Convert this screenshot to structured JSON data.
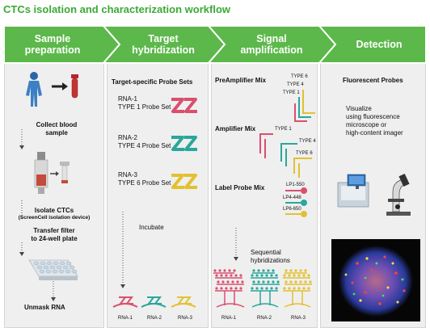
{
  "title": "CTCs isolation and characterization workflow",
  "steps": [
    {
      "label_line1": "Sample",
      "label_line2": "preparation"
    },
    {
      "label_line1": "Target",
      "label_line2": "hybridization"
    },
    {
      "label_line1": "Signal",
      "label_line2": "amplification"
    },
    {
      "label_line1": "Detection",
      "label_line2": ""
    }
  ],
  "sample_prep": {
    "collect_line1": "Collect blood",
    "collect_line2": "sample",
    "isolate": "Isolate CTCs",
    "isolate_device": "(ScreenCell isolation device)",
    "transfer_line1": "Transfer filter",
    "transfer_line2": "to 24-well plate",
    "unmask": "Unmask RNA"
  },
  "target_hyb": {
    "heading": "Target-specific Probe Sets",
    "probes": [
      {
        "rna": "RNA-1",
        "type": "TYPE 1 Probe Set",
        "color": "#d9506e"
      },
      {
        "rna": "RNA-2",
        "type": "TYPE 4 Probe Set",
        "color": "#2aa79b"
      },
      {
        "rna": "RNA-3",
        "type": "TYPE 6 Probe Set",
        "color": "#e2c130"
      }
    ],
    "incubate": "Incubate",
    "bottom_labels": [
      "RNA-1",
      "RNA-2",
      "RNA-3"
    ]
  },
  "signal_amp": {
    "preamp": "PreAmplifier Mix",
    "preamp_types": [
      "TYPE 6",
      "TYPE 4",
      "TYPE 1"
    ],
    "amp": "Amplifier Mix",
    "amp_types": [
      "TYPE 1",
      "TYPE 4",
      "TYPE 6"
    ],
    "label_probe": "Label Probe Mix",
    "label_probes": [
      "LP1-550",
      "LP4-448",
      "LP6-650"
    ],
    "sequential_line1": "Sequential",
    "sequential_line2": "hybridizations",
    "bottom_labels": [
      "RNA-1",
      "RNA-2",
      "RNA-3"
    ]
  },
  "detection": {
    "heading": "Fluorescent Probes",
    "lines": [
      "Visualize",
      "using fluorescence",
      "microscope or",
      "high-content imager"
    ]
  },
  "colors": {
    "green": "#5cb84a",
    "green_dark": "#3aaa35",
    "red": "#d9506e",
    "teal": "#2aa79b",
    "yellow": "#e2c130"
  }
}
